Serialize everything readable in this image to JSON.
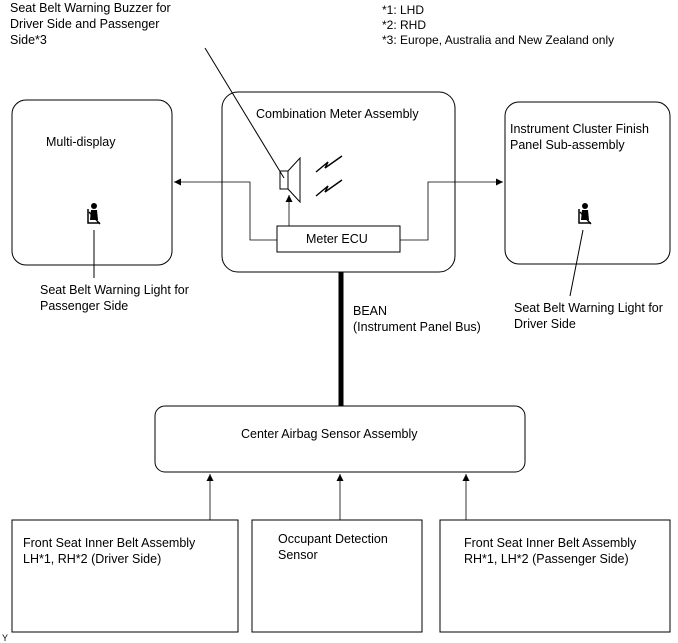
{
  "buzzer_label": [
    "Seat Belt Warning Buzzer for",
    "Driver Side and Passenger",
    "Side*3"
  ],
  "notes": [
    "*1: LHD",
    "*2: RHD",
    "*3: Europe, Australia and New Zealand only"
  ],
  "blocks": {
    "multi_display": "Multi-display",
    "combination_meter": "Combination Meter Assembly",
    "meter_ecu": "Meter ECU",
    "instrument_cluster": [
      "Instrument Cluster Finish",
      "Panel Sub-assembly"
    ],
    "center_airbag": "Center Airbag Sensor Assembly",
    "front_belt_driver": [
      "Front Seat Inner Belt Assembly",
      "LH*1, RH*2 (Driver Side)"
    ],
    "occupant_sensor": [
      "Occupant Detection",
      "Sensor"
    ],
    "front_belt_passenger": [
      "Front Seat Inner Belt Assembly",
      "RH*1, LH*2 (Passenger Side)"
    ]
  },
  "labels": {
    "passenger_light": [
      "Seat Belt Warning Light for",
      "Passenger Side"
    ],
    "driver_light": [
      "Seat Belt Warning Light for",
      "Driver Side"
    ],
    "bus": [
      "BEAN",
      "(Instrument Panel Bus)"
    ]
  },
  "icons": {
    "buzzer": "speaker-buzzer-icon",
    "seatbelt": "seatbelt-warning-icon"
  },
  "corner_mark": "Y"
}
